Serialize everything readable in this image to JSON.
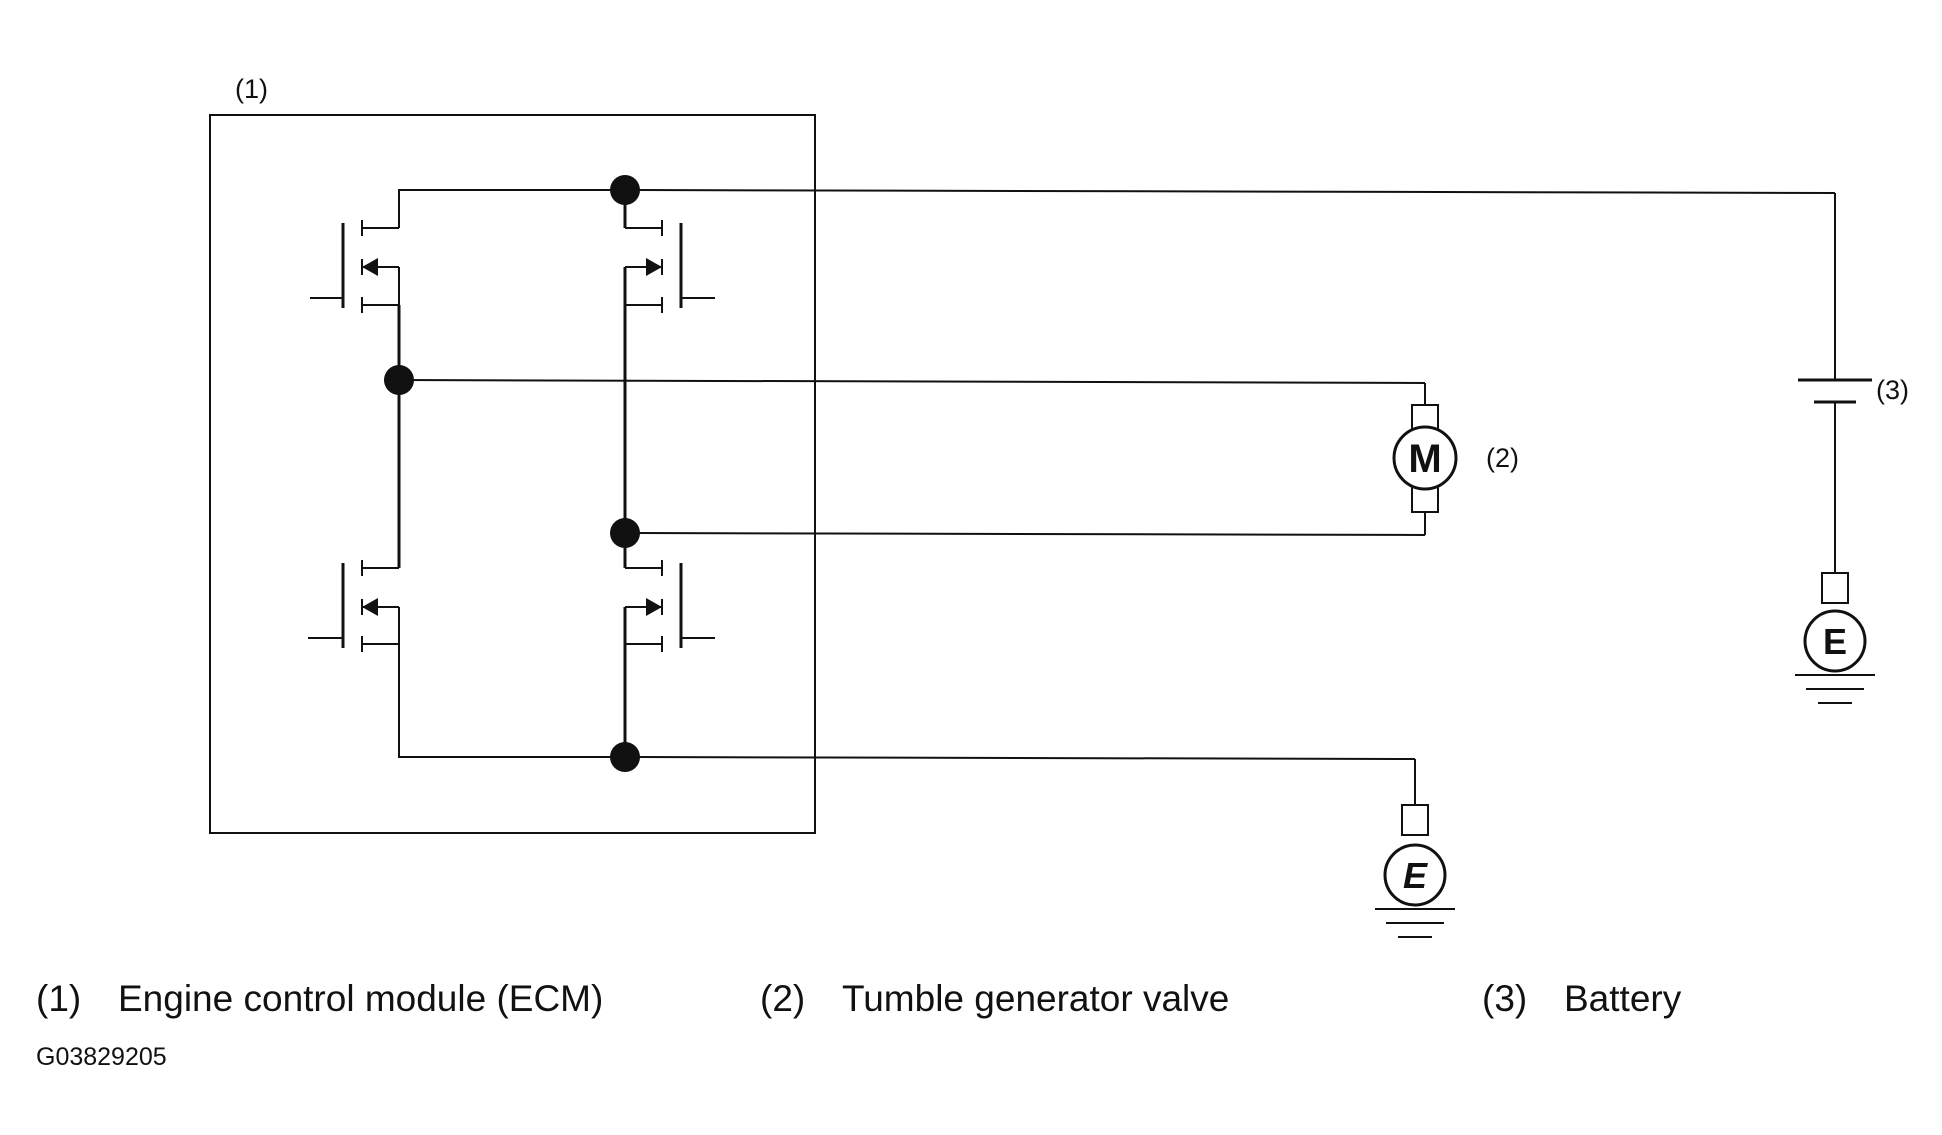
{
  "labels": {
    "ecm_ref": "(1)",
    "motor_ref": "(2)",
    "battery_ref": "(3)",
    "motor_letter": "M",
    "ground_letter": "E"
  },
  "legend": [
    {
      "num": "(1)",
      "text": "Engine control module (ECM)"
    },
    {
      "num": "(2)",
      "text": "Tumble generator valve"
    },
    {
      "num": "(3)",
      "text": "Battery"
    }
  ],
  "figure_code": "G03829205"
}
